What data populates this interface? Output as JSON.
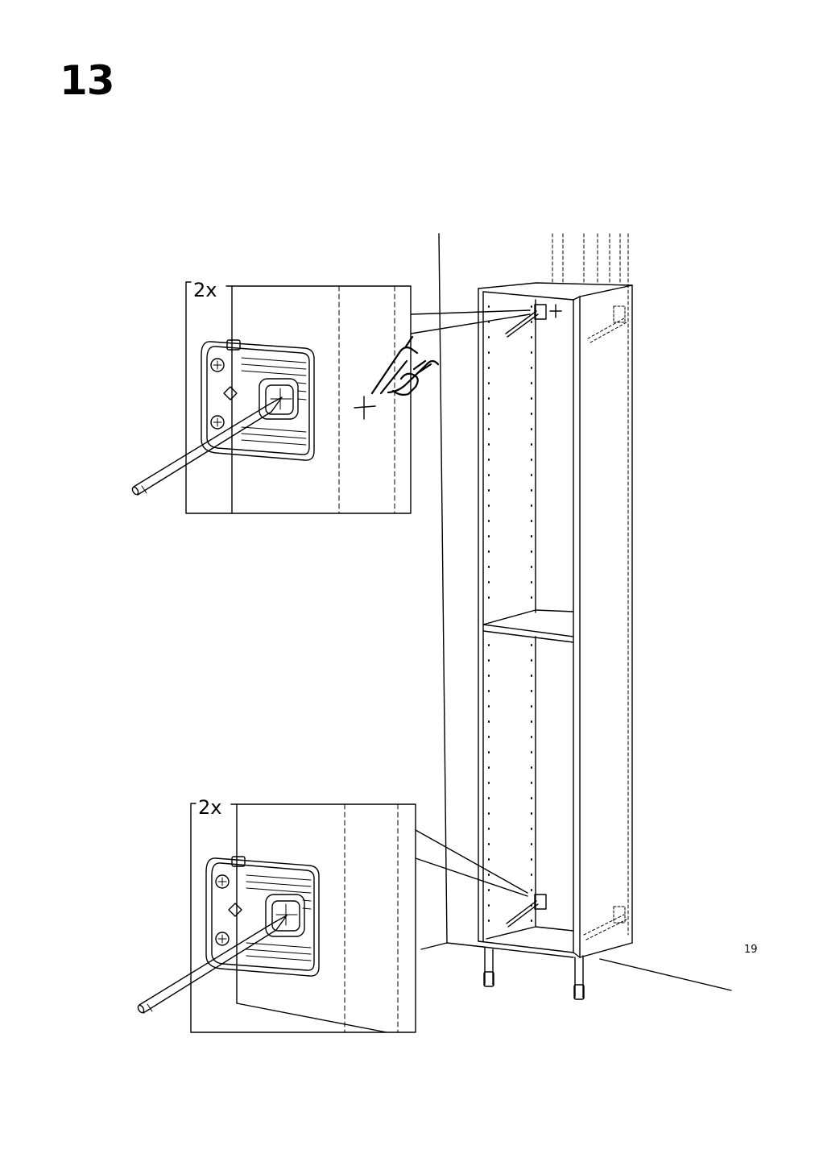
{
  "step": {
    "number": "13"
  },
  "callouts": [
    {
      "quantity": "2x"
    },
    {
      "quantity": "2x"
    }
  ],
  "footer": {
    "page_number": "19"
  },
  "icons": [
    "hand-press-icon",
    "pencil-icon",
    "wall-bracket-icon",
    "crosshair-mark-icon"
  ]
}
